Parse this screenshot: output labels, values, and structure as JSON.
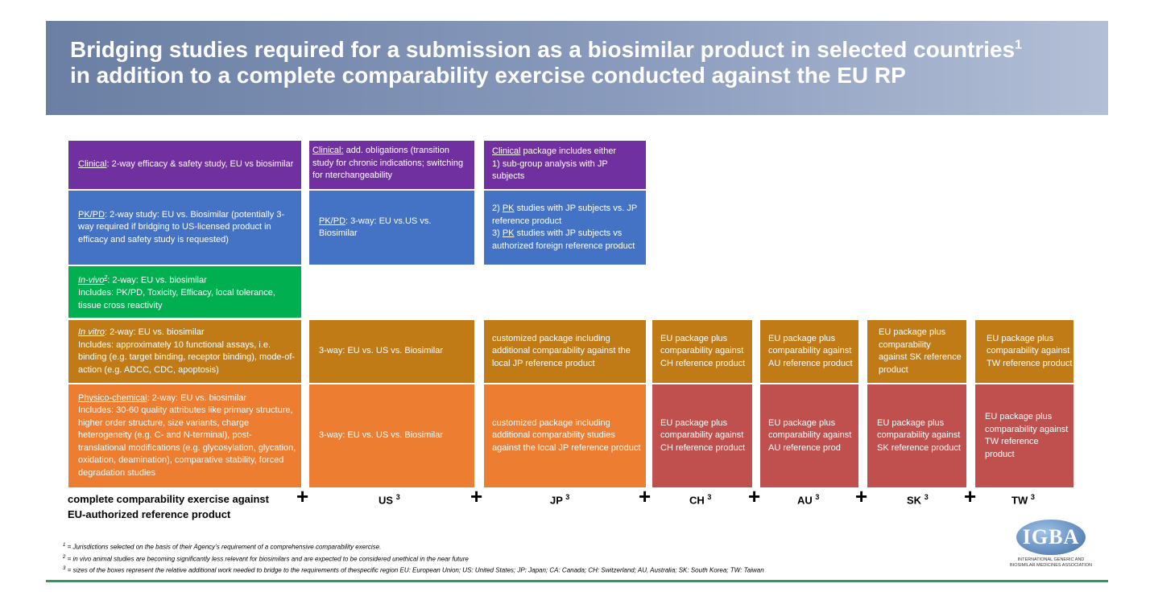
{
  "title": {
    "line1": "Bridging studies required for a submission as a biosimilar product in selected countries",
    "line1_sup": "1",
    "line2": "in addition to a complete comparability exercise conducted against the EU RP"
  },
  "eu": {
    "clinical": {
      "label": "Clinical",
      "text": ": 2-way efficacy & safety study, EU vs biosimilar"
    },
    "pkpd": {
      "label": "PK/PD",
      "text": ": 2-way study: EU vs. Biosimilar (potentially 3-way required if bridging to US-licensed product in efficacy and safety study is requested)"
    },
    "invivo": {
      "label": "In-vivo",
      "sup": "2",
      "text": ": 2-way: EU vs. biosimilar",
      "text2": "Includes: PK/PD, Toxicity, Efficacy, local tolerance, tissue cross reactivity"
    },
    "invitro": {
      "label": "In vitro",
      "text": ": 2-way: EU vs. biosimilar",
      "text2": "Includes: approximately 10 functional assays, i.e. binding (e.g. target binding, receptor binding), mode-of-action (e.g. ADCC, CDC, apoptosis)"
    },
    "physchem": {
      "label": "Physico-chemical",
      "text": ": 2-way: EU vs. biosimilar",
      "text2": "Includes: 30-60 quality attributes like primary structure, higher order structure, size variants, charge heterogeneity (e.g. C- and N-terminal), post-translational modifications (e.g. glycosylation, glycation, oxidation, deamination), comparative stability, forced degradation studies"
    }
  },
  "us": {
    "clinical": {
      "label": "Clinical:",
      "text": " add. obligations (transition study for chronic indications; switching for nterchangeability"
    },
    "pkpd": {
      "label": "PK/PD",
      "text": ": 3-way: EU vs.US vs. Biosimilar"
    },
    "invitro": "3-way: EU vs. US vs. Biosimilar",
    "physchem": "3-way: EU vs. US vs. Biosimilar"
  },
  "jp": {
    "clinical": {
      "label": "Clinical",
      "text": " package includes either",
      "text2": "1) sub-group analysis with JP subjects"
    },
    "pk": {
      "p1": "2) ",
      "l1": "PK",
      "t1": " studies with JP subjects vs. JP reference product",
      "p2": "3) ",
      "l2": "PK",
      "t2": " studies with JP subjects vs authorized foreign reference product"
    },
    "invitro": "customized package including additional comparability against the local JP reference product",
    "physchem": "customized package including additional comparability studies against the local JP reference product"
  },
  "ch": {
    "invitro": "EU package plus comparability against CH  reference product",
    "physchem": "EU package plus comparability against CH reference product"
  },
  "au": {
    "invitro": "EU package plus comparability against AU reference product",
    "physchem": "EU package plus comparability against AU reference prod"
  },
  "sk": {
    "invitro": "EU package plus comparability against SK reference product",
    "physchem": "EU package plus comparability against SK reference product"
  },
  "tw": {
    "invitro": "EU package plus comparability against TW  reference product",
    "physchem": "EU package plus comparability against TW reference product"
  },
  "labels": {
    "eu_line1": "complete comparability exercise against",
    "eu_line2": "EU-authorized reference product",
    "us": "US",
    "jp": "JP",
    "ch": "CH",
    "au": "AU",
    "sk": "SK",
    "tw": "TW",
    "sup": "3",
    "plus": "+"
  },
  "footnotes": {
    "n1_sup": "1",
    "n1": " = Jurisdictions selected on the basis of their Agency’s requirement of a comprehensive comparability exercise.",
    "n2_sup": "2",
    "n2": " = in vivo animal studies are becoming significantly less relevant for biosimilars and are expected to be considered unethical in the near future",
    "n3_sup": "3",
    "n3": " = sizes of the boxes represent the relative additional work needed to bridge to the requirements of thespecific region EU: European Union; US: United States; JP: Japan; CA: Canada; CH: Switzerland; AU, Australia; SK: South Korea; TW: Taiwan"
  },
  "logo": {
    "mark": "IGBA",
    "line1": "INTERNATIONAL GENERIC AND",
    "line2": "BIOSIMILAR MEDICINES ASSOCIATION"
  },
  "colors": {
    "clinical": "#7030a0",
    "pkpd": "#4472c4",
    "invivo": "#00b050",
    "invitro": "#c07a16",
    "physchem": "#ed7d31",
    "region": "#c0504d"
  }
}
